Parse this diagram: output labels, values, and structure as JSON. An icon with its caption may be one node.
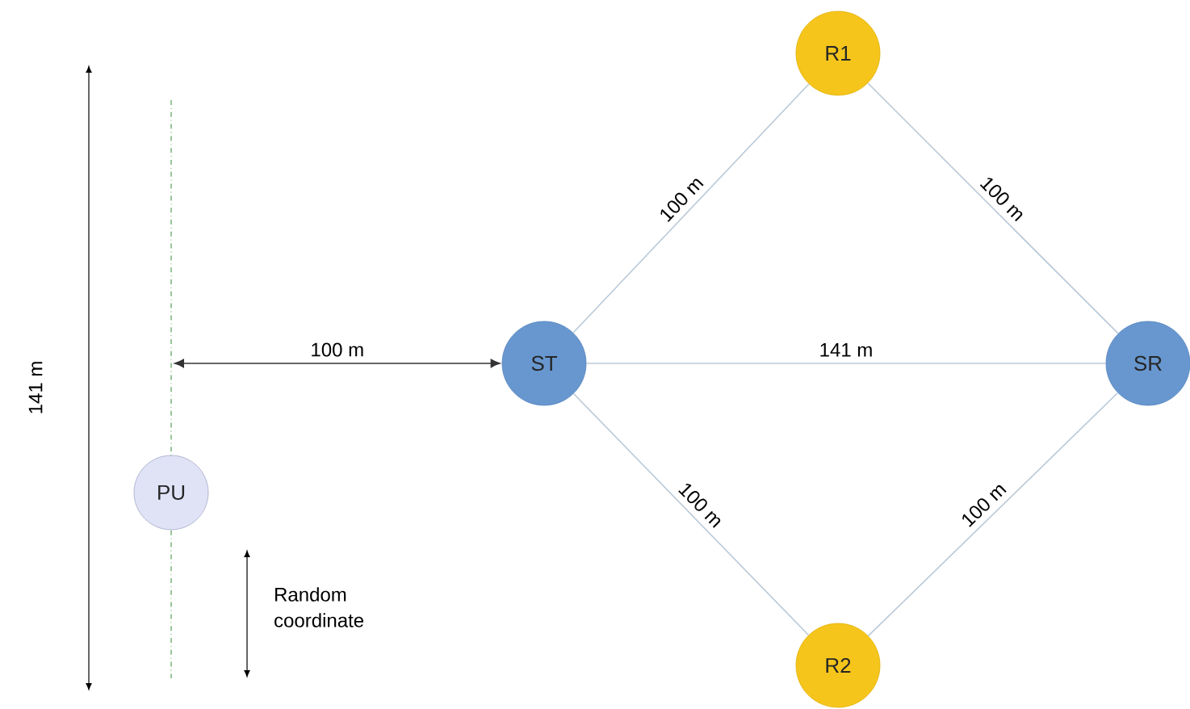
{
  "diagram": {
    "nodes": [
      {
        "text": [
          "R1"
        ]
      },
      {
        "text": [
          "ST"
        ]
      },
      {
        "text": [
          "SR"
        ]
      },
      {
        "text": [
          "PU"
        ]
      },
      {
        "text": [
          "R2"
        ]
      }
    ],
    "edges": [
      {
        "from": 1,
        "to": 0,
        "arrow": "none",
        "label": "100 m"
      },
      {
        "from": 0,
        "to": 2,
        "arrow": "none",
        "label": "100 m"
      },
      {
        "from": null,
        "to": 1,
        "arrow": "both",
        "label": "100 m",
        "color": "#333333"
      },
      {
        "from": 1,
        "to": 2,
        "arrow": "none",
        "label": "141 m"
      },
      {
        "from": 1,
        "to": 4,
        "arrow": "none",
        "label": "100 m"
      },
      {
        "from": 4,
        "to": 2,
        "arrow": "none",
        "label": "100 m"
      }
    ],
    "labels": [
      "141 m",
      "Random coordinate"
    ]
  }
}
